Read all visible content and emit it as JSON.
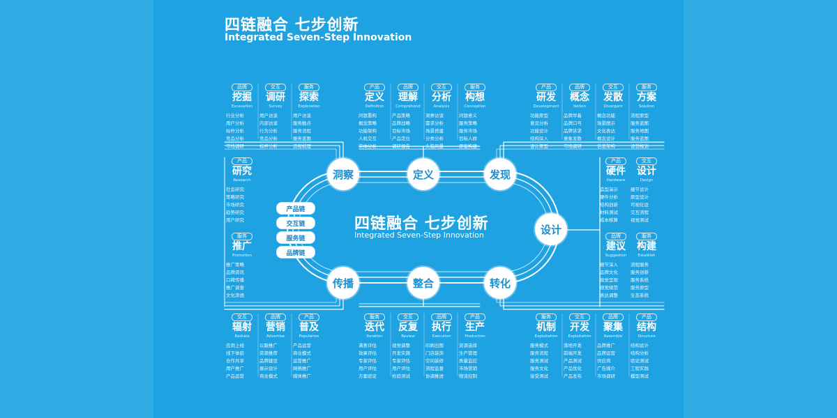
{
  "title": "四链融合 七步创新",
  "subtitle": "Integrated Seven-Step Innovation",
  "center": {
    "title": "四链融合 七步创新",
    "subtitle": "Integrated Seven-Step Innovation"
  },
  "chains": [
    "产品链",
    "交互链",
    "服务链",
    "品牌链"
  ],
  "steps": [
    "洞察",
    "定义",
    "发现",
    "设计",
    "转化",
    "整合",
    "传播"
  ],
  "cards": [
    {
      "tag": "品牌",
      "name": "挖掘",
      "en": "Excavation",
      "items": [
        "行业分析",
        "用户分析",
        "标杆分析",
        "竞品分析",
        "市场调研"
      ]
    },
    {
      "tag": "交互",
      "name": "调研",
      "en": "Survey",
      "items": [
        "用户访谈",
        "内部访谈",
        "行为分析",
        "竞品分析",
        "标杆分析"
      ]
    },
    {
      "tag": "服务",
      "name": "探索",
      "en": "Exploration",
      "items": [
        "用户访谈",
        "服务触点",
        "服务流程",
        "服务蓝图",
        "流程梳理"
      ]
    },
    {
      "tag": "产品",
      "name": "定义",
      "en": "Definition",
      "items": [
        "问题重构",
        "概念策略",
        "功能架构",
        "人机交互",
        "实体分析"
      ]
    },
    {
      "tag": "品牌",
      "name": "理解",
      "en": "Comprehend",
      "items": [
        "产品策略",
        "品牌战略",
        "目标市场",
        "产品定位",
        "调研报告"
      ]
    },
    {
      "tag": "交互",
      "name": "分析",
      "en": "Analysis",
      "items": [
        "洞察访谈",
        "需求分析",
        "场景搭建",
        "分类分析",
        "头脑风暴"
      ]
    },
    {
      "tag": "服务",
      "name": "构想",
      "en": "Conception",
      "items": [
        "问题意义",
        "服务策略",
        "服务市场",
        "目标人群",
        "原型构建"
      ]
    },
    {
      "tag": "产品",
      "name": "研发",
      "en": "Development",
      "items": [
        "功能原型",
        "意见分析",
        "功能设计",
        "结构深入",
        "设计原型"
      ]
    },
    {
      "tag": "品牌",
      "name": "概念",
      "en": "Notion",
      "items": [
        "品牌早着",
        "品牌口号",
        "品牌诉求",
        "意象发散",
        "市场调研"
      ]
    },
    {
      "tag": "交互",
      "name": "发散",
      "en": "Divergent",
      "items": [
        "概念功能",
        "场景图示",
        "文化表达",
        "概念设计",
        "信息架构"
      ]
    },
    {
      "tag": "服务",
      "name": "方案",
      "en": "Solution",
      "items": [
        "流程原型",
        "服务蓝图",
        "服务地图",
        "服务蓝图",
        "设想规划"
      ]
    },
    {
      "tag": "产品",
      "name": "研究",
      "en": "Research",
      "items": [
        "社会研究",
        "策略研究",
        "市场研究",
        "趋势研究",
        "用户研究"
      ]
    },
    {
      "tag": "产品",
      "name": "硬件",
      "en": "Hardware",
      "items": [
        "造型演示",
        "硬件分析",
        "结构创新",
        "材料测试",
        "成本核算"
      ]
    },
    {
      "tag": "交互",
      "name": "设计",
      "en": "Design",
      "items": [
        "细节设计",
        "原型设计",
        "可视化设",
        "交互流程",
        "视觉测试"
      ]
    },
    {
      "tag": "服务",
      "name": "推广",
      "en": "Promotion",
      "items": [
        "推广策略",
        "品牌资讯",
        "口碑传播",
        "推广调查",
        "文化渗透"
      ]
    },
    {
      "tag": "品牌",
      "name": "建议",
      "en": "Suggestion",
      "items": [
        "细节深入",
        "品牌文化",
        "视觉呈现",
        "视觉规范",
        "表达调整"
      ]
    },
    {
      "tag": "服务",
      "name": "构建",
      "en": "Establish",
      "items": [
        "流程服务",
        "服务创新",
        "服务系统",
        "服务原型",
        "生态系统"
      ]
    },
    {
      "tag": "交互",
      "name": "辐射",
      "en": "Radiate",
      "items": [
        "应用上线",
        "线下体验",
        "合作共享",
        "用户推广",
        "产品运营"
      ]
    },
    {
      "tag": "品牌",
      "name": "营销",
      "en": "Advertise",
      "items": [
        "以服推广",
        "资源推荐",
        "品牌建设",
        "展示设计",
        "商业模式"
      ]
    },
    {
      "tag": "产品",
      "name": "普及",
      "en": "Popularize",
      "items": [
        "产品运营",
        "商业模式",
        "运营推广",
        "网络推广",
        "媒体推广"
      ]
    },
    {
      "tag": "服务",
      "name": "迭代",
      "en": "Iteration",
      "items": [
        "满意评估",
        "效果评估",
        "专家评估",
        "用户评估",
        "方案验证"
      ]
    },
    {
      "tag": "交互",
      "name": "反复",
      "en": "Review",
      "items": [
        "视觉调整",
        "开发实施",
        "专家评估",
        "用户评估",
        "检验测试"
      ]
    },
    {
      "tag": "品牌",
      "name": "执行",
      "en": "Execution",
      "items": [
        "印刷出图",
        "门店装饰",
        "空间装修",
        "流程监督",
        "协调推进"
      ]
    },
    {
      "tag": "产品",
      "name": "生产",
      "en": "Production",
      "items": [
        "资源选择",
        "生产管理",
        "质量监控",
        "市场营销",
        "物流控制"
      ]
    },
    {
      "tag": "服务",
      "name": "机制",
      "en": "Exploitation",
      "items": [
        "服务模式",
        "服务流程",
        "服务测试",
        "服务文化",
        "接受测试"
      ]
    },
    {
      "tag": "交互",
      "name": "开发",
      "en": "Exploitation",
      "items": [
        "落地开发",
        "前端开发",
        "产品测试",
        "产品优化",
        "产品发布"
      ]
    },
    {
      "tag": "品牌",
      "name": "聚集",
      "en": "Assemble",
      "items": [
        "品牌推广",
        "品牌运营",
        "供应商",
        "广告媒介",
        "市场调研"
      ]
    },
    {
      "tag": "产品",
      "name": "结构",
      "en": "Structure",
      "items": [
        "结构设计",
        "结构分析",
        "验证测试",
        "工程实践",
        "模型测试"
      ]
    }
  ]
}
